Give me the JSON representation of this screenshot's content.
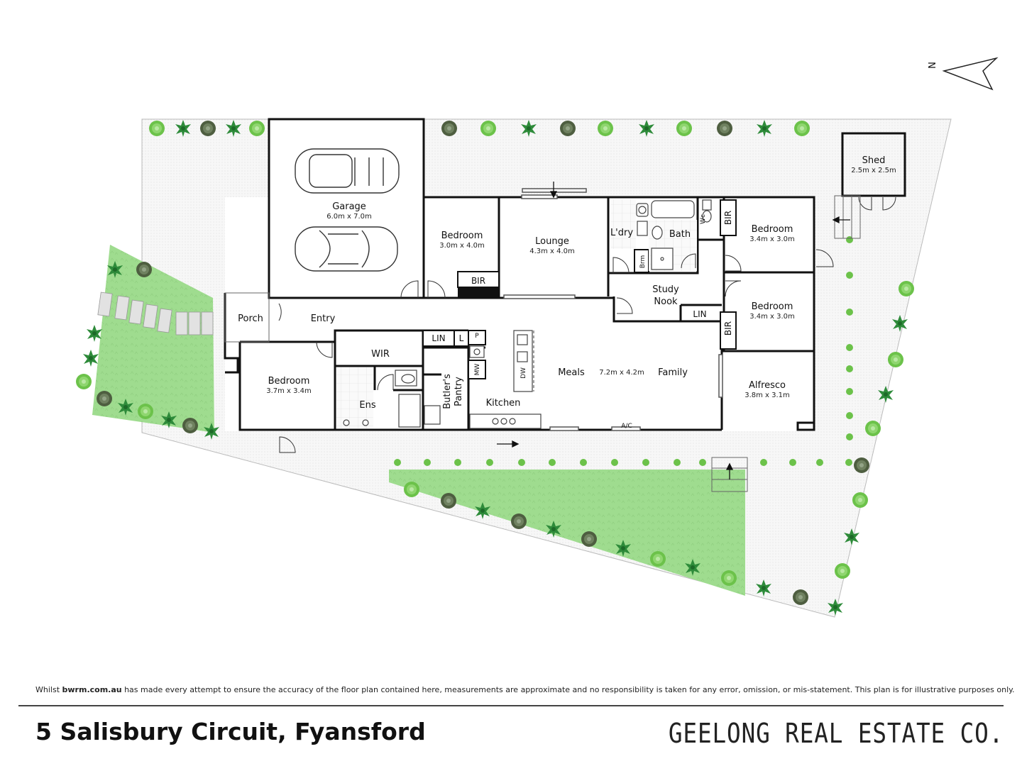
{
  "compass": {
    "label": "N"
  },
  "rooms": {
    "garage": {
      "name": "Garage",
      "dims": "6.0m x 7.0m"
    },
    "bedroom_front": {
      "name": "Bedroom",
      "dims": "3.0m x 4.0m"
    },
    "lounge": {
      "name": "Lounge",
      "dims": "4.3m x 4.0m"
    },
    "laundry": {
      "name": "L'dry"
    },
    "bath": {
      "name": "Bath"
    },
    "wc": {
      "name": "Wc"
    },
    "powder": {
      "name": "Brm"
    },
    "bir": {
      "name": "BIR"
    },
    "bedroom_rear_1": {
      "name": "Bedroom",
      "dims": "3.4m x 3.0m"
    },
    "bedroom_rear_2": {
      "name": "Bedroom",
      "dims": "3.4m x 3.0m"
    },
    "study": {
      "name": "Study",
      "name2": "Nook"
    },
    "lin": {
      "name": "LIN"
    },
    "porch": {
      "name": "Porch"
    },
    "entry": {
      "name": "Entry"
    },
    "bedroom_master": {
      "name": "Bedroom",
      "dims": "3.7m x 3.4m"
    },
    "wir": {
      "name": "WIR"
    },
    "ens": {
      "name": "Ens"
    },
    "pantry_l": {
      "name": "L"
    },
    "pantry_p": {
      "name": "P"
    },
    "mw": {
      "name": "MW"
    },
    "dw": {
      "name": "DW"
    },
    "butlers": {
      "name": "Butler's",
      "name2": "Pantry"
    },
    "kitchen": {
      "name": "Kitchen"
    },
    "meals": {
      "name": "Meals"
    },
    "family": {
      "name": "Family"
    },
    "living_dims": {
      "dims": "7.2m x 4.2m"
    },
    "ac": {
      "name": "A/C"
    },
    "alfresco": {
      "name": "Alfresco",
      "dims": "3.8m x 3.1m"
    },
    "shed": {
      "name": "Shed",
      "dims": "2.5m x 2.5m"
    }
  },
  "footer": {
    "disclaimer_pre": "Whilst ",
    "disclaimer_site": "bwrm.com.au",
    "disclaimer_post": " has made every attempt to ensure the accuracy of the floor plan contained here, measurements are approximate and no responsibility is taken for any error, omission, or mis-statement. This plan is for illustrative purposes only.",
    "address": "5 Salisbury Circuit, Fyansford",
    "brand": "GEELONG REAL ESTATE CO."
  },
  "colors": {
    "lawn": "#9fdc8f",
    "paving": "#f4f4f4",
    "wall": "#111111",
    "tree_light": "#6cc24a",
    "tree_dark": "#5a6b4a",
    "tree_star": "#2e8b3a"
  }
}
